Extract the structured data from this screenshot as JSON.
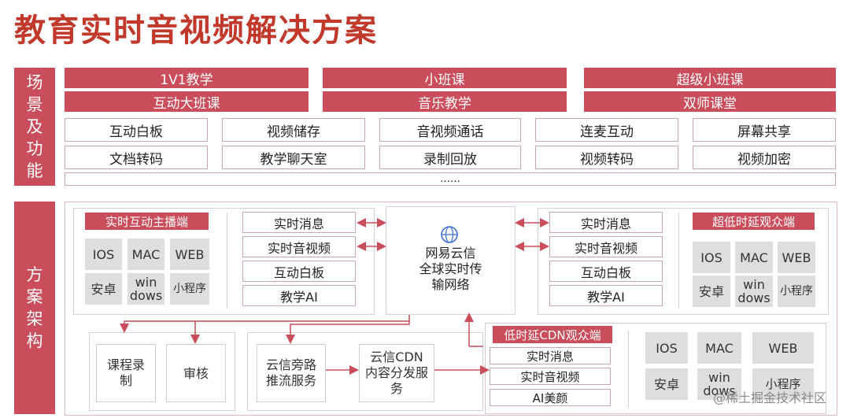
{
  "title": "教育实时音视频解决方案",
  "sidebar": {
    "scenarios": "场景及功能",
    "architecture": "方案架构"
  },
  "scenarios": {
    "row1": [
      "1V1教学",
      "小班课",
      "超级小班课"
    ],
    "row2": [
      "互动大班课",
      "音乐教学",
      "双师课堂"
    ],
    "features_row1": [
      "互动白板",
      "视频储存",
      "音视频通话",
      "连麦互动",
      "屏幕共享"
    ],
    "features_row2": [
      "文档转码",
      "教学聊天室",
      "录制回放",
      "视频转码",
      "视频加密"
    ],
    "more": "……"
  },
  "architecture": {
    "host": {
      "label": "实时互动主播端",
      "platforms": [
        "IOS",
        "MAC",
        "WEB",
        "安卓",
        "win dows",
        "小程序"
      ]
    },
    "left_services": [
      "实时消息",
      "实时音视频",
      "互动白板",
      "教学AI"
    ],
    "center": {
      "line1": "网易云信",
      "line2": "全球实时传",
      "line3": "输网络"
    },
    "right_services": [
      "实时消息",
      "实时音视频",
      "互动白板",
      "教学AI"
    ],
    "ultra_low_audience": {
      "label": "超低时延观众端",
      "platforms": [
        "IOS",
        "MAC",
        "WEB",
        "安卓",
        "win dows",
        "小程序"
      ]
    },
    "bottom_left": [
      "课程录制",
      "审核"
    ],
    "bypass": "云信旁路推流服务",
    "cdn": "云信CDN内容分发服务",
    "low_cdn_audience": {
      "label": "低时延CDN观众端",
      "services": [
        "实时消息",
        "实时音视频",
        "AI美颜"
      ],
      "platforms": [
        "IOS",
        "MAC",
        "WEB",
        "安卓",
        "win dows",
        "小程序"
      ]
    }
  },
  "watermark": "@稀土掘金技术社区",
  "colors": {
    "accent": "#c94d5a",
    "title": "#c0392b",
    "gray_tile": "#dedede"
  }
}
